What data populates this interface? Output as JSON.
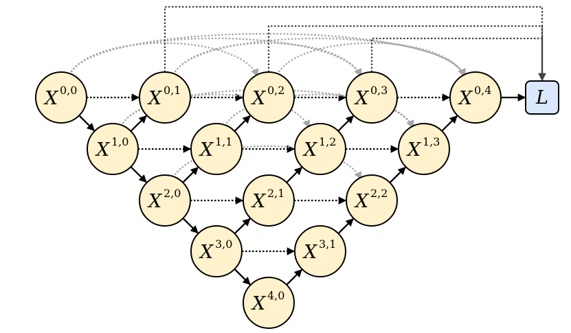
{
  "diagram": {
    "nodes": [
      {
        "id": "n00",
        "base": "X",
        "sup": "0,0"
      },
      {
        "id": "n01",
        "base": "X",
        "sup": "0,1"
      },
      {
        "id": "n02",
        "base": "X",
        "sup": "0,2"
      },
      {
        "id": "n03",
        "base": "X",
        "sup": "0,3"
      },
      {
        "id": "n04",
        "base": "X",
        "sup": "0,4"
      },
      {
        "id": "n10",
        "base": "X",
        "sup": "1,0"
      },
      {
        "id": "n11",
        "base": "X",
        "sup": "1,1"
      },
      {
        "id": "n12",
        "base": "X",
        "sup": "1,2"
      },
      {
        "id": "n13",
        "base": "X",
        "sup": "1,3"
      },
      {
        "id": "n20",
        "base": "X",
        "sup": "2,0"
      },
      {
        "id": "n21",
        "base": "X",
        "sup": "2,1"
      },
      {
        "id": "n22",
        "base": "X",
        "sup": "2,2"
      },
      {
        "id": "n30",
        "base": "X",
        "sup": "3,0"
      },
      {
        "id": "n31",
        "base": "X",
        "sup": "3,1"
      },
      {
        "id": "n40",
        "base": "X",
        "sup": "4,0"
      }
    ],
    "loss": {
      "id": "loss",
      "label": "L"
    },
    "edges": {
      "downsample": [
        [
          "n00",
          "n10"
        ],
        [
          "n10",
          "n20"
        ],
        [
          "n20",
          "n30"
        ],
        [
          "n30",
          "n40"
        ]
      ],
      "upsample": [
        [
          "n40",
          "n31"
        ],
        [
          "n31",
          "n22"
        ],
        [
          "n22",
          "n13"
        ],
        [
          "n13",
          "n04"
        ],
        [
          "n30",
          "n21"
        ],
        [
          "n21",
          "n12"
        ],
        [
          "n12",
          "n03"
        ],
        [
          "n20",
          "n11"
        ],
        [
          "n11",
          "n02"
        ],
        [
          "n10",
          "n01"
        ]
      ],
      "skip": [
        [
          "n00",
          "n01"
        ],
        [
          "n01",
          "n02"
        ],
        [
          "n02",
          "n03"
        ],
        [
          "n03",
          "n04"
        ],
        [
          "n10",
          "n11"
        ],
        [
          "n11",
          "n12"
        ],
        [
          "n12",
          "n13"
        ],
        [
          "n20",
          "n21"
        ],
        [
          "n21",
          "n22"
        ],
        [
          "n30",
          "n31"
        ]
      ],
      "dense_skip": [
        [
          "n00",
          "n02"
        ],
        [
          "n00",
          "n03"
        ],
        [
          "n00",
          "n04"
        ],
        [
          "n01",
          "n03"
        ],
        [
          "n01",
          "n04"
        ],
        [
          "n02",
          "n04"
        ],
        [
          "n10",
          "n12"
        ],
        [
          "n10",
          "n13"
        ],
        [
          "n11",
          "n13"
        ],
        [
          "n20",
          "n22"
        ]
      ],
      "output": [
        [
          "n04",
          "loss"
        ]
      ],
      "deep_supervision": [
        [
          "n01",
          "loss"
        ],
        [
          "n02",
          "loss"
        ],
        [
          "n03",
          "loss"
        ]
      ]
    },
    "colors": {
      "node_fill": "#fff2cc",
      "loss_fill": "#dae8fc",
      "solid_edge": "#000000",
      "dense_skip_edge": "#a6a6a6",
      "supervision_edge": "#444444"
    }
  }
}
